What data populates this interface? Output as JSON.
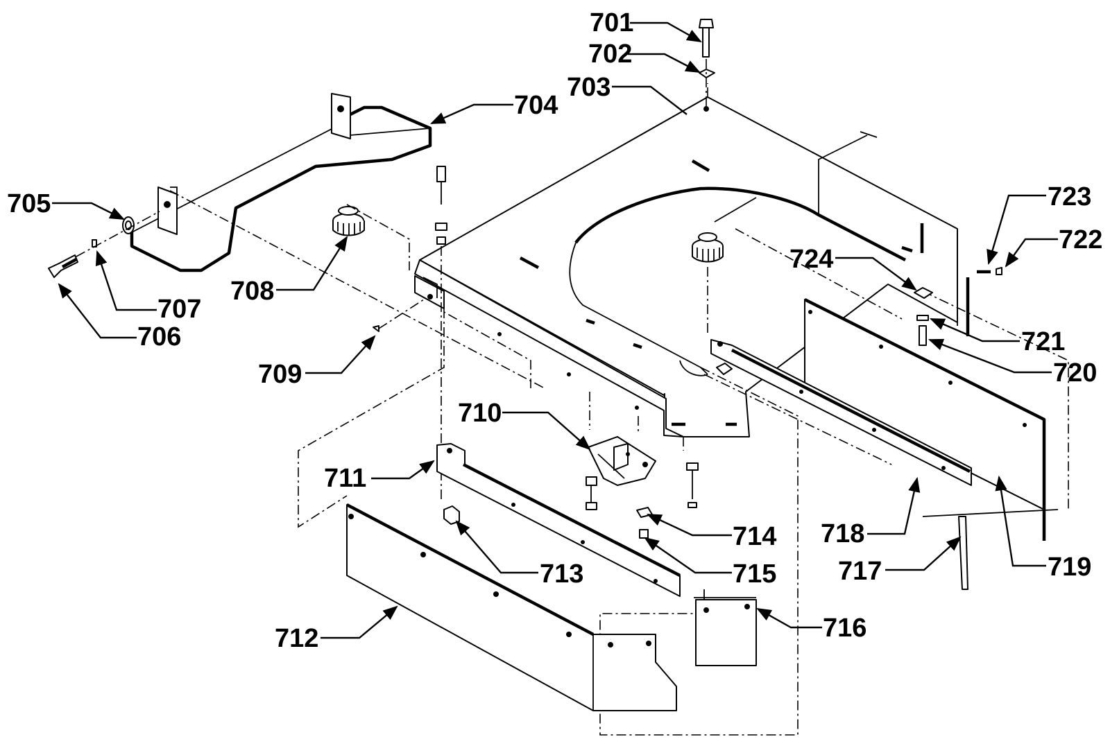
{
  "diagram": {
    "callouts": [
      {
        "id": "701",
        "label": "701"
      },
      {
        "id": "702",
        "label": "702"
      },
      {
        "id": "703",
        "label": "703"
      },
      {
        "id": "704",
        "label": "704"
      },
      {
        "id": "705",
        "label": "705"
      },
      {
        "id": "706",
        "label": "706"
      },
      {
        "id": "707",
        "label": "707"
      },
      {
        "id": "708",
        "label": "708"
      },
      {
        "id": "709",
        "label": "709"
      },
      {
        "id": "710",
        "label": "710"
      },
      {
        "id": "711",
        "label": "711"
      },
      {
        "id": "712",
        "label": "712"
      },
      {
        "id": "713",
        "label": "713"
      },
      {
        "id": "714",
        "label": "714"
      },
      {
        "id": "715",
        "label": "715"
      },
      {
        "id": "716",
        "label": "716"
      },
      {
        "id": "717",
        "label": "717"
      },
      {
        "id": "718",
        "label": "718"
      },
      {
        "id": "719",
        "label": "719"
      },
      {
        "id": "720",
        "label": "720"
      },
      {
        "id": "721",
        "label": "721"
      },
      {
        "id": "722",
        "label": "722"
      },
      {
        "id": "723",
        "label": "723"
      },
      {
        "id": "724",
        "label": "724"
      }
    ]
  }
}
